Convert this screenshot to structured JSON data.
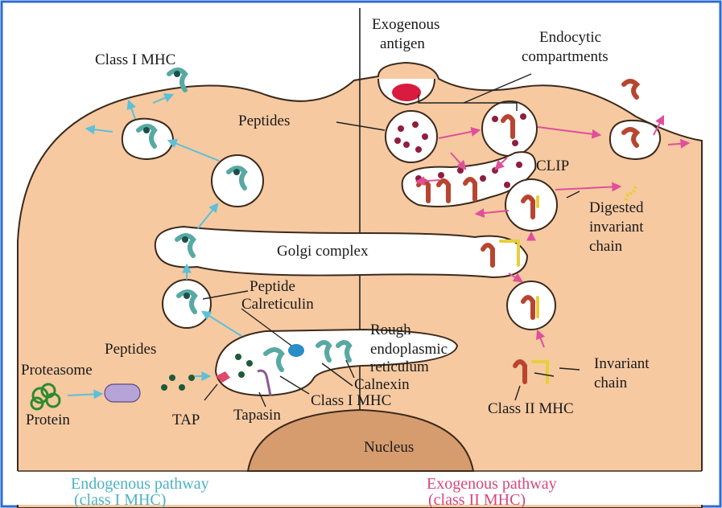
{
  "labels": {
    "class_i_mhc_top": "Class I MHC",
    "exogenous_line1": "Exogenous",
    "exogenous_line2": "antigen",
    "endocytic_line1": "Endocytic",
    "endocytic_line2": "compartments",
    "peptides_top": "Peptides",
    "clip": "CLIP",
    "digested_line1": "Digested",
    "digested_line2": "invariant",
    "digested_line3": "chain",
    "golgi": "Golgi complex",
    "peptide": "Peptide",
    "calreticulin": "Calreticulin",
    "rough_line1": "Rough",
    "rough_line2": "endoplasmic",
    "rough_line3": "reticulum",
    "peptides_bottom": "Peptides",
    "proteasome": "Proteasome",
    "invariant_line1": "Invariant",
    "invariant_line2": "chain",
    "calnexin": "Calnexin",
    "class_i_mhc_bottom": "Class I MHC",
    "protein": "Protein",
    "tap": "TAP",
    "tapasin": "Tapasin",
    "class_ii_mhc": "Class II MHC",
    "nucleus": "Nucleus"
  },
  "pathways": {
    "endogenous_line1": "Endogenous pathway",
    "endogenous_line2": "(class I MHC)",
    "exogenous_line1": "Exogenous pathway",
    "exogenous_line2": "(class II MHC)"
  },
  "colors": {
    "cytoplasm": "#f6c9a1",
    "membrane": "#3c2a1c",
    "mhc_i": "#58a9a3",
    "mhc_ii": "#b8452f",
    "invariant": "#e6cf3c",
    "peptide": "#8e1e3e",
    "endogenous_arrow": "#5bc0d8",
    "exogenous_arrow": "#e0509a",
    "nucleus": "#d69c6e"
  }
}
